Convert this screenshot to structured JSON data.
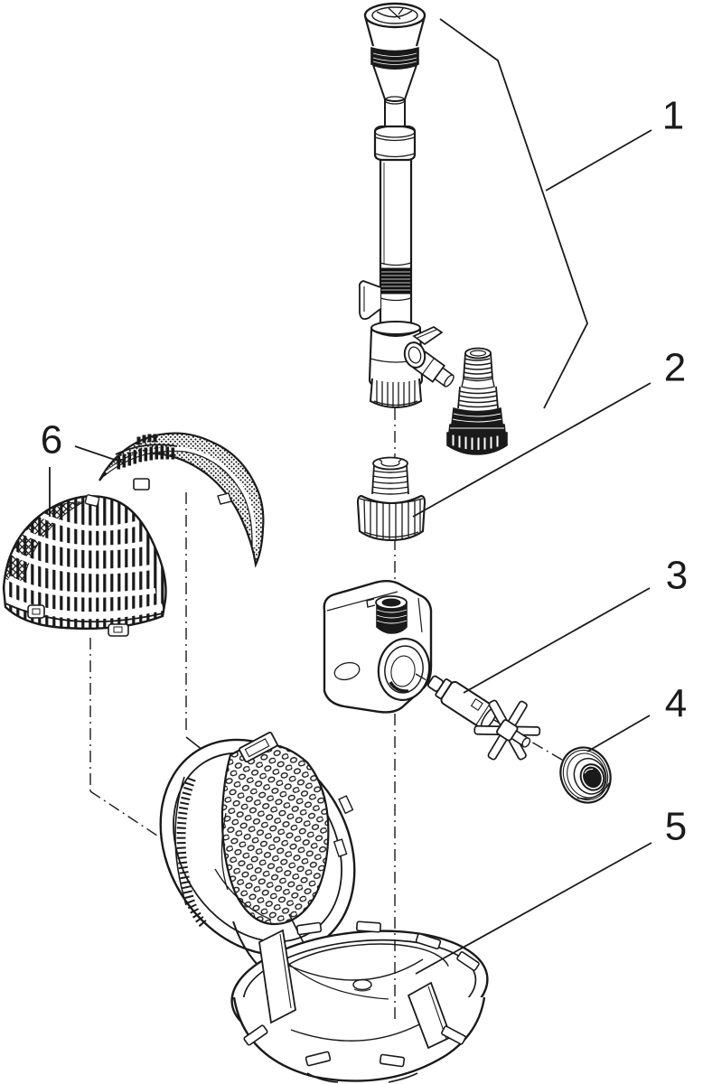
{
  "diagram": {
    "kind": "exploded-parts-diagram",
    "subject": "fountain-pump-assembly",
    "background_color": "#ffffff",
    "line_color": "#1a1a1a",
    "callouts": [
      {
        "number": "1",
        "part": "fountain-nozzle-riser-tube-valve-and-hose-adapter"
      },
      {
        "number": "2",
        "part": "union-nut"
      },
      {
        "number": "3",
        "part": "impeller-rotor"
      },
      {
        "number": "4",
        "part": "pump-cover-ring"
      },
      {
        "number": "5",
        "part": "filter-shell-bottom-bowl"
      },
      {
        "number": "6",
        "part": "filter-shell-top-halves"
      }
    ]
  }
}
